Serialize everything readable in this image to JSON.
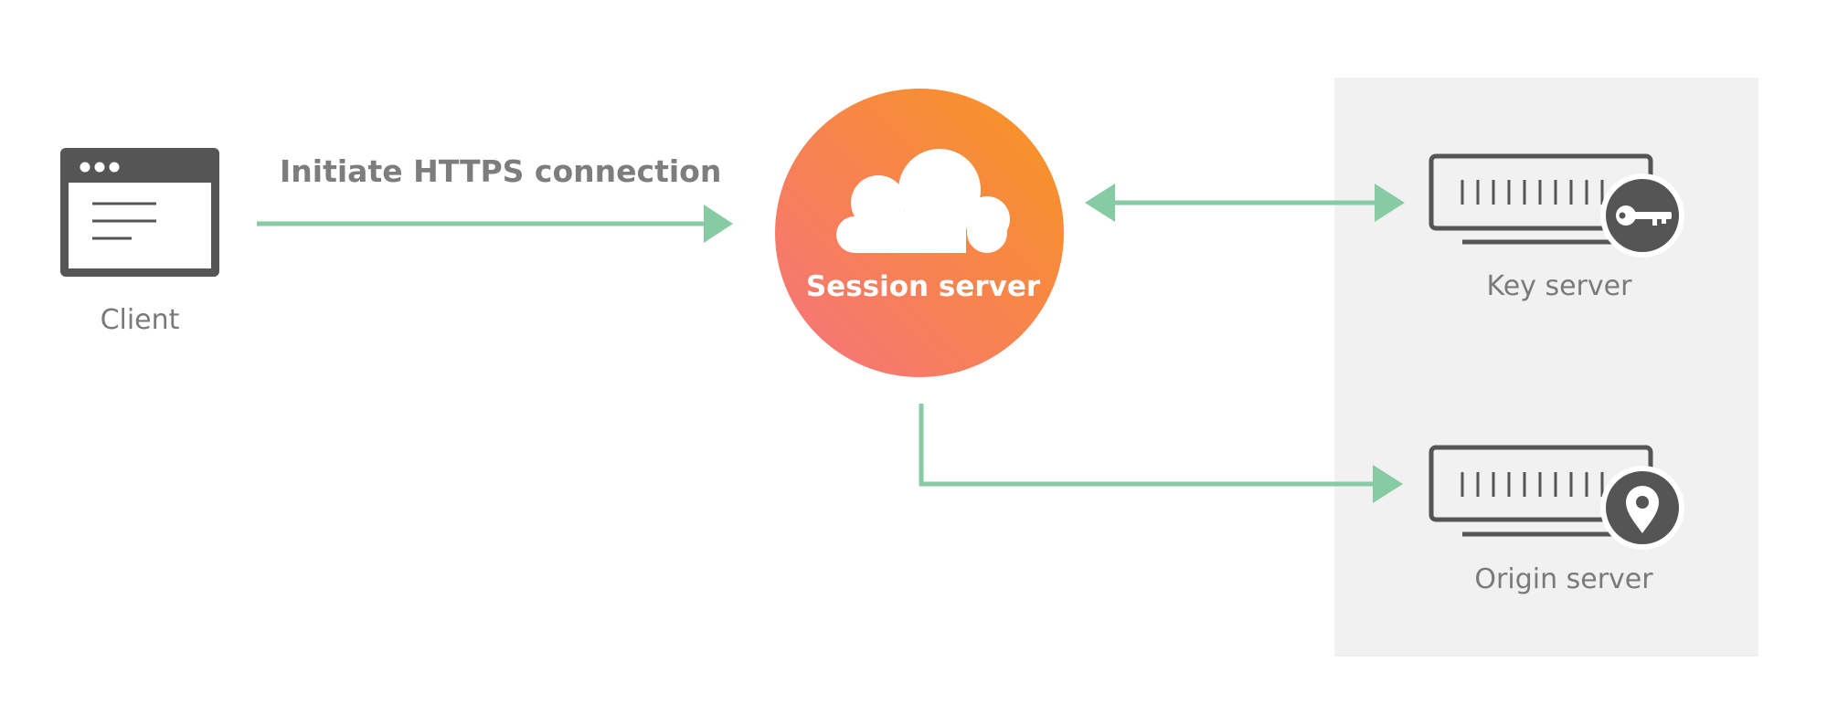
{
  "diagram": {
    "edge_label": "Initiate HTTPS connection",
    "nodes": {
      "client": {
        "label": "Client",
        "icon": "browser-window-icon"
      },
      "session": {
        "label": "Session server",
        "icon": "cloud-icon"
      },
      "key": {
        "label": "Key server",
        "icon": "key-icon"
      },
      "origin": {
        "label": "Origin server",
        "icon": "location-pin-icon"
      }
    },
    "colors": {
      "arrow": "#86cba4",
      "icon_dark": "#555555",
      "panel_bg": "#f1f1f1",
      "gradient_start": "#f98a8a",
      "gradient_end": "#f7941d"
    }
  }
}
